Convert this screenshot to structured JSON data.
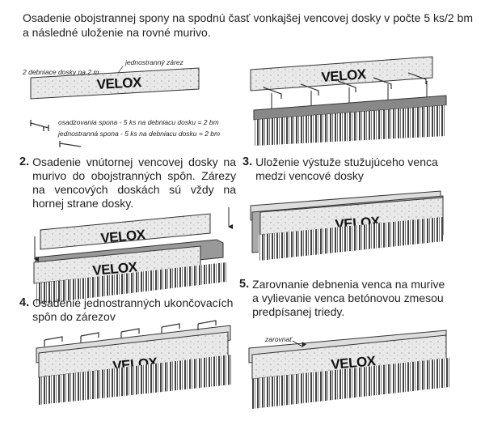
{
  "step1": {
    "text_line1": "Osadenie obojstrannej spony na spodnú časť vonkajšej vencovej dosky v počte 5 ks/2 bm",
    "text_line2": "a následné uloženie na rovné murivo.",
    "label_boards": "2 debniace dosky na 2 m",
    "label_notch": "jednostranný zárez",
    "label_clip_double": "osadzovania spona - 5 ks na debniacu dosku = 2 bm",
    "label_clip_single": "jednostranná spona - 5 ks na debniacu dosku = 2 bm"
  },
  "step2": {
    "number": "2.",
    "text": "Osadenie vnútornej vencovej dosky na murivo do obojstranných spôn. Zárezy na vencových doskách sú vždy na hornej strane dosky."
  },
  "step3": {
    "number": "3.",
    "text": "Uloženie výstuže stužujúceho venca medzi vencové dosky"
  },
  "step4": {
    "number": "4.",
    "text": "Osadenie jednostranných ukončovacích spôn do zárezov"
  },
  "step5": {
    "number": "5.",
    "text": "Zarovnanie debnenia venca na murive a vylievanie venca betónovou zmesou predpísanej triedy.",
    "label_align": "zarovnať"
  },
  "brand": "VELOX"
}
